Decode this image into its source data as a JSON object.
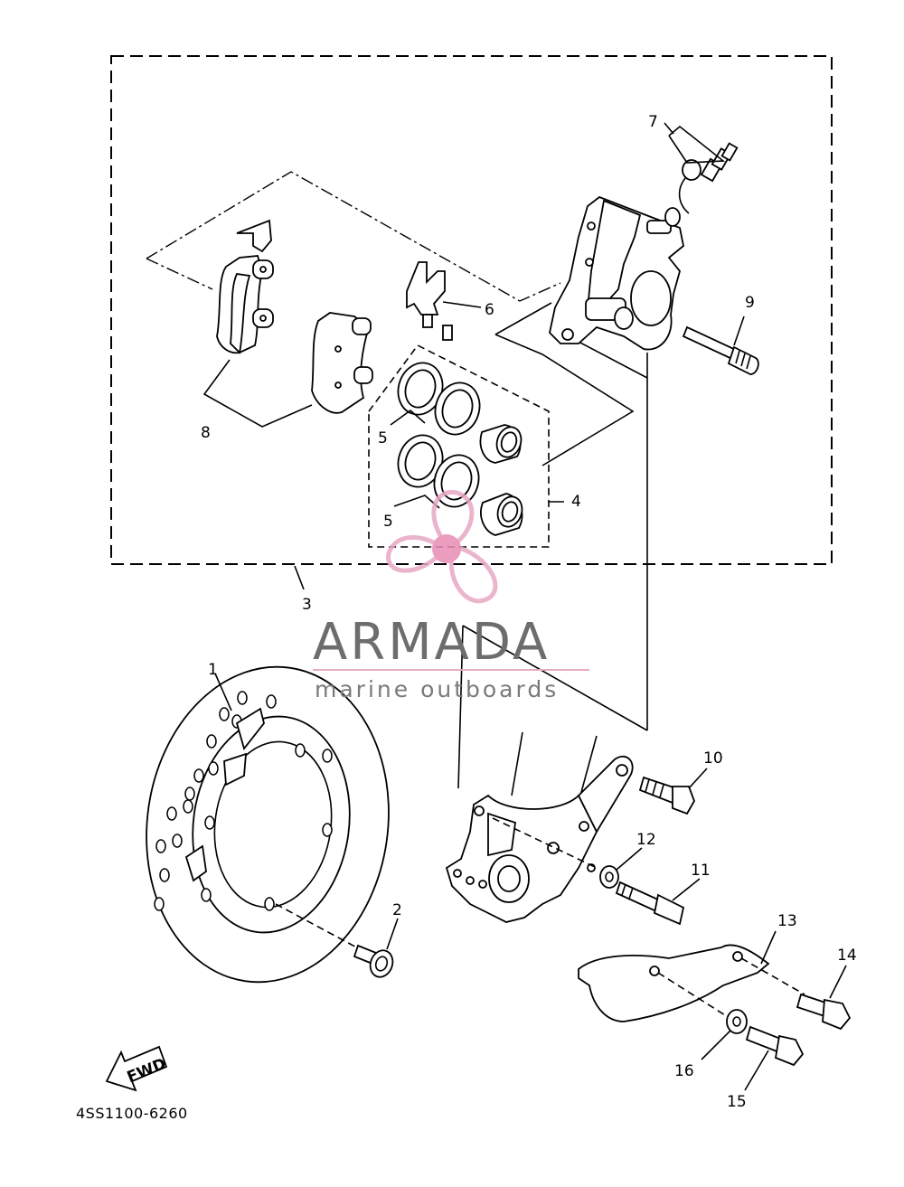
{
  "diagram": {
    "reference_code": "4SS1100-6260",
    "fwd_label": "FWD",
    "callouts": [
      {
        "id": "1",
        "label": "1"
      },
      {
        "id": "2",
        "label": "2"
      },
      {
        "id": "3",
        "label": "3"
      },
      {
        "id": "4",
        "label": "4"
      },
      {
        "id": "5a",
        "label": "5"
      },
      {
        "id": "5b",
        "label": "5"
      },
      {
        "id": "6",
        "label": "6"
      },
      {
        "id": "7",
        "label": "7"
      },
      {
        "id": "8",
        "label": "8"
      },
      {
        "id": "9",
        "label": "9"
      },
      {
        "id": "10",
        "label": "10"
      },
      {
        "id": "11",
        "label": "11"
      },
      {
        "id": "12",
        "label": "12"
      },
      {
        "id": "13",
        "label": "13"
      },
      {
        "id": "14",
        "label": "14"
      },
      {
        "id": "15",
        "label": "15"
      },
      {
        "id": "16",
        "label": "16"
      }
    ]
  },
  "watermark": {
    "name": "ARMADA",
    "tagline": "marine outboards",
    "accent_color": "#e7a9c4",
    "hub_color": "#e88db4"
  }
}
